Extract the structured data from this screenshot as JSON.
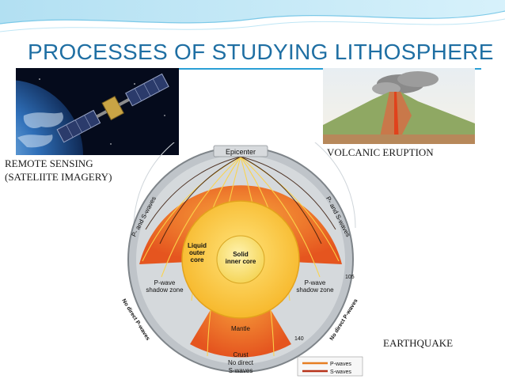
{
  "slide": {
    "title": "PROCESSES OF STUDYING LITHOSPHERE",
    "accent_color": "#2a9fd6",
    "title_color": "#1f6fa3"
  },
  "captions": {
    "remote_line1": "REMOTE SENSING",
    "remote_line2": "(SATELIITE IMAGERY)",
    "volcanic": "VOLCANIC ERUPTION",
    "earthquake": "EARTHQUAKE"
  },
  "diagram": {
    "epicenter": "Epicenter",
    "liquid_core_1": "Liquid",
    "liquid_core_2": "outer",
    "liquid_core_3": "core",
    "solid_core_1": "Solid",
    "solid_core_2": "inner core",
    "pwave_shadow_left_1": "P-wave",
    "pwave_shadow_left_2": "shadow zone",
    "pwave_shadow_right_1": "P-wave",
    "pwave_shadow_right_2": "shadow zone",
    "mantle": "Mantle",
    "crust": "Crust",
    "no_direct_s_1": "No direct",
    "no_direct_s_2": "S-waves",
    "ps_waves_left": "P- and S-waves",
    "ps_waves_right": "P- and S-waves",
    "no_direct_p_left": "No direct P-waves",
    "no_direct_p_right": "No direct P-waves",
    "angle_105": "105",
    "angle_140": "140",
    "legend_p": "P-waves",
    "legend_s": "S-waves"
  }
}
